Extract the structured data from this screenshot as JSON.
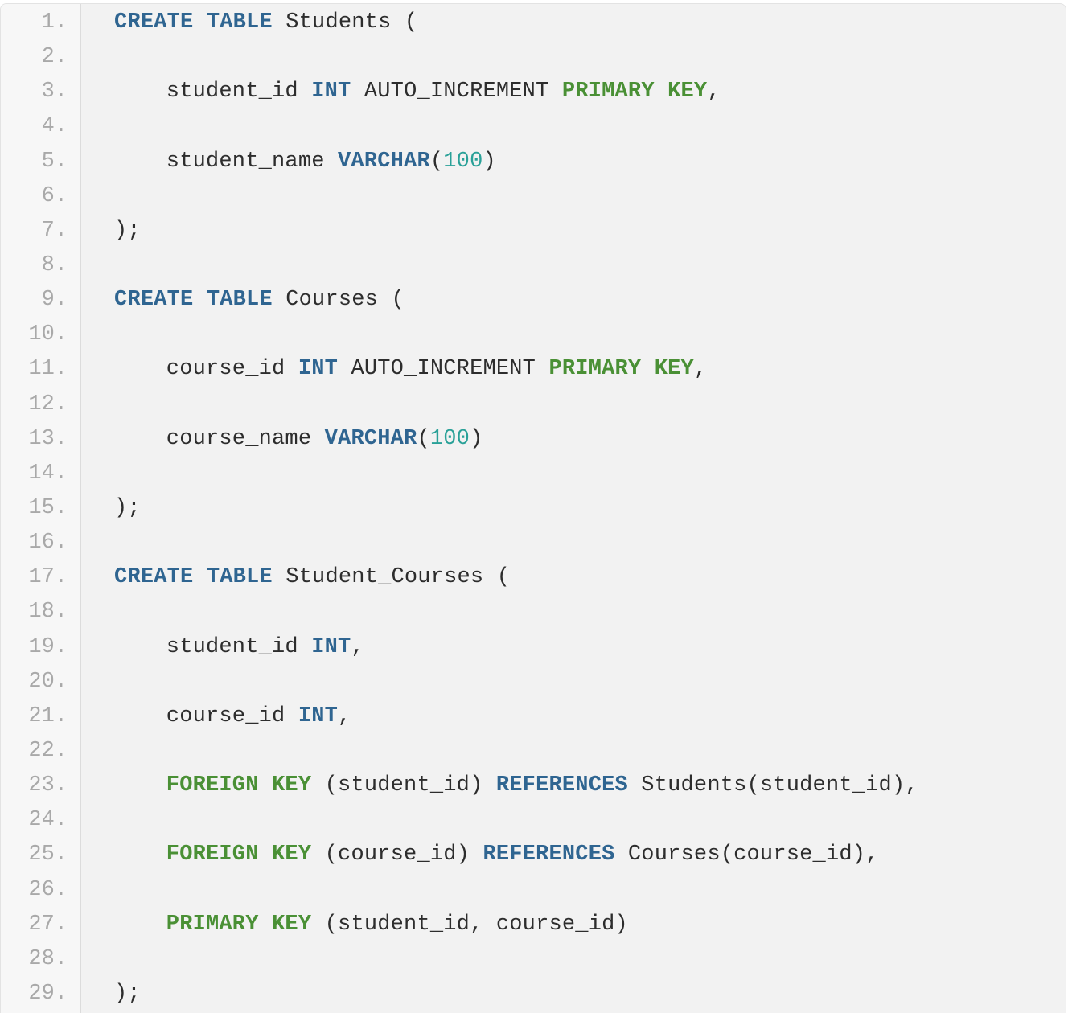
{
  "colors": {
    "background": "#f2f2f2",
    "gutter": "#f7f7f7",
    "line_number": "#a9a9a9",
    "keyword_blue": "#2f6591",
    "keyword_green": "#4a9035",
    "number": "#2aa198",
    "plain": "#2d2d2d"
  },
  "lines": [
    {
      "n": "1.",
      "indent": 0,
      "tokens": [
        {
          "t": "CREATE TABLE",
          "c": "kw-blue"
        },
        {
          "t": " Students (",
          "c": "plain"
        }
      ]
    },
    {
      "n": "2.",
      "indent": 0,
      "tokens": []
    },
    {
      "n": "3.",
      "indent": 4,
      "tokens": [
        {
          "t": "student_id ",
          "c": "plain"
        },
        {
          "t": "INT",
          "c": "kw-blue"
        },
        {
          "t": " AUTO_INCREMENT ",
          "c": "plain"
        },
        {
          "t": "PRIMARY KEY",
          "c": "kw-green"
        },
        {
          "t": ",",
          "c": "plain"
        }
      ]
    },
    {
      "n": "4.",
      "indent": 0,
      "tokens": []
    },
    {
      "n": "5.",
      "indent": 4,
      "tokens": [
        {
          "t": "student_name ",
          "c": "plain"
        },
        {
          "t": "VARCHAR",
          "c": "kw-blue"
        },
        {
          "t": "(",
          "c": "plain"
        },
        {
          "t": "100",
          "c": "num"
        },
        {
          "t": ")",
          "c": "plain"
        }
      ]
    },
    {
      "n": "6.",
      "indent": 0,
      "tokens": []
    },
    {
      "n": "7.",
      "indent": 0,
      "tokens": [
        {
          "t": ");",
          "c": "plain"
        }
      ]
    },
    {
      "n": "8.",
      "indent": 0,
      "tokens": []
    },
    {
      "n": "9.",
      "indent": 0,
      "tokens": [
        {
          "t": "CREATE TABLE",
          "c": "kw-blue"
        },
        {
          "t": " Courses (",
          "c": "plain"
        }
      ]
    },
    {
      "n": "10.",
      "indent": 0,
      "tokens": []
    },
    {
      "n": "11.",
      "indent": 4,
      "tokens": [
        {
          "t": "course_id ",
          "c": "plain"
        },
        {
          "t": "INT",
          "c": "kw-blue"
        },
        {
          "t": " AUTO_INCREMENT ",
          "c": "plain"
        },
        {
          "t": "PRIMARY KEY",
          "c": "kw-green"
        },
        {
          "t": ",",
          "c": "plain"
        }
      ]
    },
    {
      "n": "12.",
      "indent": 0,
      "tokens": []
    },
    {
      "n": "13.",
      "indent": 4,
      "tokens": [
        {
          "t": "course_name ",
          "c": "plain"
        },
        {
          "t": "VARCHAR",
          "c": "kw-blue"
        },
        {
          "t": "(",
          "c": "plain"
        },
        {
          "t": "100",
          "c": "num"
        },
        {
          "t": ")",
          "c": "plain"
        }
      ]
    },
    {
      "n": "14.",
      "indent": 0,
      "tokens": []
    },
    {
      "n": "15.",
      "indent": 0,
      "tokens": [
        {
          "t": ");",
          "c": "plain"
        }
      ]
    },
    {
      "n": "16.",
      "indent": 0,
      "tokens": []
    },
    {
      "n": "17.",
      "indent": 0,
      "tokens": [
        {
          "t": "CREATE TABLE",
          "c": "kw-blue"
        },
        {
          "t": " Student_Courses (",
          "c": "plain"
        }
      ]
    },
    {
      "n": "18.",
      "indent": 0,
      "tokens": []
    },
    {
      "n": "19.",
      "indent": 4,
      "tokens": [
        {
          "t": "student_id ",
          "c": "plain"
        },
        {
          "t": "INT",
          "c": "kw-blue"
        },
        {
          "t": ",",
          "c": "plain"
        }
      ]
    },
    {
      "n": "20.",
      "indent": 0,
      "tokens": []
    },
    {
      "n": "21.",
      "indent": 4,
      "tokens": [
        {
          "t": "course_id ",
          "c": "plain"
        },
        {
          "t": "INT",
          "c": "kw-blue"
        },
        {
          "t": ",",
          "c": "plain"
        }
      ]
    },
    {
      "n": "22.",
      "indent": 0,
      "tokens": []
    },
    {
      "n": "23.",
      "indent": 4,
      "tokens": [
        {
          "t": "FOREIGN KEY",
          "c": "kw-green"
        },
        {
          "t": " (student_id) ",
          "c": "plain"
        },
        {
          "t": "REFERENCES",
          "c": "kw-blue"
        },
        {
          "t": " Students(student_id),",
          "c": "plain"
        }
      ]
    },
    {
      "n": "24.",
      "indent": 0,
      "tokens": []
    },
    {
      "n": "25.",
      "indent": 4,
      "tokens": [
        {
          "t": "FOREIGN KEY",
          "c": "kw-green"
        },
        {
          "t": " (course_id) ",
          "c": "plain"
        },
        {
          "t": "REFERENCES",
          "c": "kw-blue"
        },
        {
          "t": " Courses(course_id),",
          "c": "plain"
        }
      ]
    },
    {
      "n": "26.",
      "indent": 0,
      "tokens": []
    },
    {
      "n": "27.",
      "indent": 4,
      "tokens": [
        {
          "t": "PRIMARY KEY",
          "c": "kw-green"
        },
        {
          "t": " (student_id, course_id)",
          "c": "plain"
        }
      ]
    },
    {
      "n": "28.",
      "indent": 0,
      "tokens": []
    },
    {
      "n": "29.",
      "indent": 0,
      "tokens": [
        {
          "t": ");",
          "c": "plain"
        }
      ]
    }
  ]
}
